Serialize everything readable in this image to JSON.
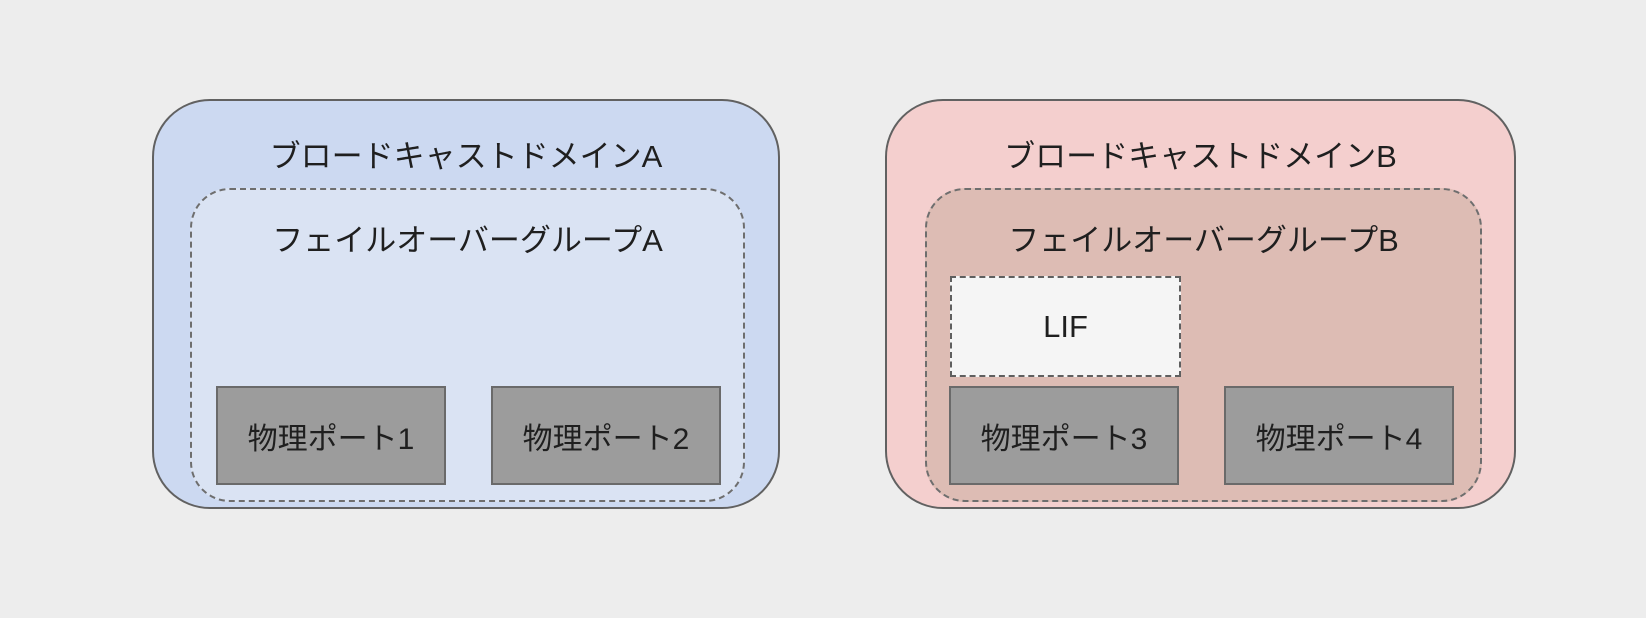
{
  "canvas": {
    "background": "#ededed",
    "text_color": "#1f1f1f"
  },
  "diagrams": [
    {
      "title": "ブロードキャストドメインA",
      "fill": "#ccd9f1",
      "border_color": "#616161",
      "group": {
        "title": "フェイルオーバーグループA",
        "fill": "#dae3f3",
        "border_color": "#6e6e6e",
        "ports": [
          {
            "label": "物理ポート1",
            "fill": "#9c9c9c"
          },
          {
            "label": "物理ポート2",
            "fill": "#9c9c9c"
          }
        ]
      }
    },
    {
      "title": "ブロードキャストドメインB",
      "fill": "#f4cfce",
      "border_color": "#616161",
      "group": {
        "title": "フェイルオーバーグループB",
        "fill": "#ddbcb4",
        "border_color": "#6e6e6e",
        "lif": {
          "label": "LIF",
          "fill": "#f5f5f5"
        },
        "ports": [
          {
            "label": "物理ポート3",
            "fill": "#9c9c9c"
          },
          {
            "label": "物理ポート4",
            "fill": "#9c9c9c"
          }
        ]
      }
    }
  ]
}
